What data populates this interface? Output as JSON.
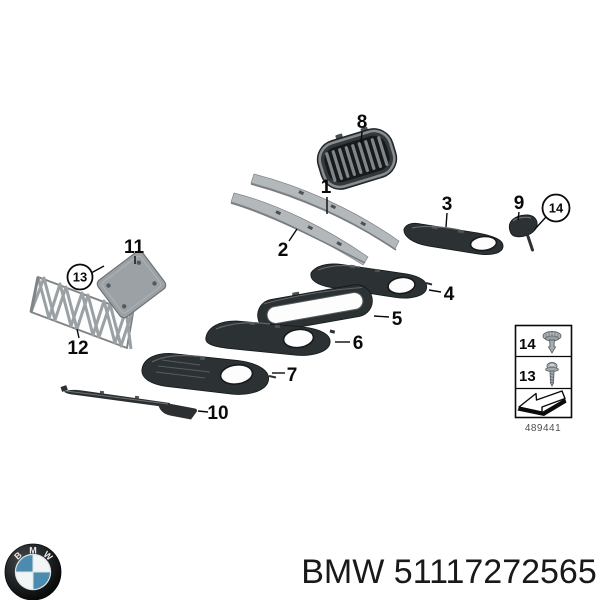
{
  "diagram": {
    "callouts": [
      {
        "number": "1",
        "part": "bumper-trim-strip-upper"
      },
      {
        "number": "2",
        "part": "bumper-trim-strip-lower"
      },
      {
        "number": "3",
        "part": "side-grille-right"
      },
      {
        "number": "4",
        "part": "side-grille-open-right"
      },
      {
        "number": "5",
        "part": "grille-trim-frame"
      },
      {
        "number": "6",
        "part": "fog-light-grille-right"
      },
      {
        "number": "7",
        "part": "fog-light-grille-left"
      },
      {
        "number": "8",
        "part": "kidney-grille"
      },
      {
        "number": "9",
        "part": "cover-cap"
      },
      {
        "number": "10",
        "part": "lower-spoiler-strip"
      },
      {
        "number": "11",
        "part": "license-plate-bracket"
      },
      {
        "number": "12",
        "part": "mesh-grille-insert"
      },
      {
        "number": "13",
        "part": "tapping-screw",
        "circled": true
      },
      {
        "number": "14",
        "part": "push-rivet",
        "circled": true
      }
    ],
    "legend": {
      "rows": [
        {
          "number": "14",
          "fastener": "push-rivet-icon"
        },
        {
          "number": "13",
          "fastener": "screw-icon"
        }
      ],
      "direction_symbol": "installation-direction-arrow-icon",
      "figure_number": "489441"
    }
  },
  "footer": {
    "logo_letters": [
      "B",
      "M",
      "W"
    ],
    "part_number": "BMW 51117272565"
  },
  "colors": {
    "part_dark": "#2c3133",
    "part_light": "#b3b8bb",
    "logo_blue": "#4b8bb0",
    "background": "#ffffff"
  }
}
